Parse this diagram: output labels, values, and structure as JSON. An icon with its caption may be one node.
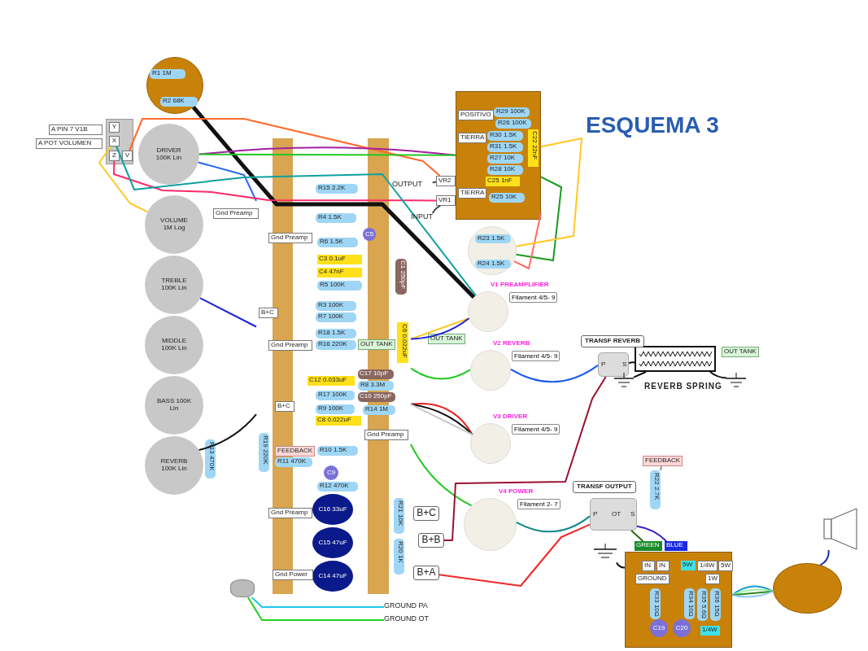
{
  "diagram": {
    "title": "ESQUEMA 3",
    "nodes": [
      {
        "text": [],
        "shape": "jack"
      },
      {
        "text": [
          "R1 1M"
        ],
        "in": 0
      },
      {
        "text": [
          "R2 68K"
        ],
        "in": 0
      },
      {
        "text": [],
        "shape": "box"
      },
      {
        "text": [
          "Y"
        ],
        "in": 3
      },
      {
        "text": [
          "X"
        ],
        "in": 3
      },
      {
        "text": [
          "Z"
        ],
        "in": 3
      },
      {
        "text": [
          "V"
        ],
        "in": 3
      },
      {
        "text": [
          "A PIN 7 V1B"
        ]
      },
      {
        "text": [
          "A POT VOLUMEN"
        ]
      },
      {
        "text": [
          "DRIVER 100K Lin"
        ]
      },
      {
        "text": [
          "VOLUME 1M Log"
        ]
      },
      {
        "text": [
          "TREBLE 100K Lin"
        ]
      },
      {
        "text": [
          "MIDDLE 100K Lin"
        ]
      },
      {
        "text": [
          "BASS 100K Lin"
        ]
      },
      {
        "text": [
          "REVERB 100K Lin"
        ]
      },
      {
        "text": [
          "Gnd Preamp"
        ]
      },
      {
        "text": [],
        "shape": "board"
      },
      {
        "text": [
          "R15 2.2K"
        ],
        "in": 17
      },
      {
        "text": [
          "R4 1.5K"
        ],
        "in": 17
      },
      {
        "text": [
          "C5"
        ],
        "in": 17
      },
      {
        "text": [
          "R6 1.5K"
        ],
        "in": 17
      },
      {
        "text": [
          "Gnd Preamp"
        ],
        "in": 17
      },
      {
        "text": [
          "C3 0.1uF"
        ],
        "in": 17
      },
      {
        "text": [
          "C4 47nF"
        ],
        "in": 17
      },
      {
        "text": [
          "R5 100K"
        ],
        "in": 17
      },
      {
        "text": [
          "C1 250pF"
        ],
        "in": 17
      },
      {
        "text": [
          "B+C"
        ],
        "in": 17
      },
      {
        "text": [
          "R3 100K"
        ],
        "in": 17
      },
      {
        "text": [
          "R7 100K"
        ],
        "in": 17
      },
      {
        "text": [
          "R18 1.5K"
        ],
        "in": 17
      },
      {
        "text": [
          "Gnd Preamp"
        ],
        "in": 17
      },
      {
        "text": [
          "R16 220K"
        ],
        "in": 17
      },
      {
        "text": [
          "OUT TANK"
        ],
        "in": 17
      },
      {
        "text": [
          "C6 0.022uF"
        ],
        "in": 17
      },
      {
        "text": [
          "C17 10pF"
        ],
        "in": 17
      },
      {
        "text": [
          "R8 3.3M"
        ],
        "in": 17
      },
      {
        "text": [
          "C12 0.033uF"
        ],
        "in": 17
      },
      {
        "text": [
          "C10 250pF"
        ],
        "in": 17
      },
      {
        "text": [
          "R17 100K"
        ],
        "in": 17
      },
      {
        "text": [
          "B+C"
        ],
        "in": 17
      },
      {
        "text": [
          "R9 100K"
        ],
        "in": 17
      },
      {
        "text": [
          "C8 0.022uF"
        ],
        "in": 17
      },
      {
        "text": [
          "R14 1M"
        ],
        "in": 17
      },
      {
        "text": [
          "Gnd Preamp"
        ],
        "in": 17
      },
      {
        "text": [
          "R19 220K"
        ],
        "in": 17
      },
      {
        "text": [
          "FEEDBACK"
        ],
        "in": 17
      },
      {
        "text": [
          "R11 470K"
        ],
        "in": 17
      },
      {
        "text": [
          "R10 1.5K"
        ],
        "in": 17
      },
      {
        "text": [
          "C9"
        ],
        "in": 17
      },
      {
        "text": [
          "R12 470K"
        ],
        "in": 17
      },
      {
        "text": [
          "Gnd Preamp"
        ],
        "in": 17
      },
      {
        "text": [
          "C16 33uF"
        ],
        "in": 17
      },
      {
        "text": [
          "C15 47uF"
        ],
        "in": 17
      },
      {
        "text": [
          "C14 47uF"
        ],
        "in": 17
      },
      {
        "text": [
          "Gnd Power"
        ],
        "in": 17
      },
      {
        "text": [
          "R21 10K"
        ],
        "in": 17
      },
      {
        "text": [
          "R20 1K"
        ],
        "in": 17
      },
      {
        "text": [
          "B+C"
        ]
      },
      {
        "text": [
          "B+B"
        ]
      },
      {
        "text": [
          "B+A"
        ]
      },
      {
        "text": [
          "R13 470K"
        ]
      },
      {
        "text": [],
        "shape": "board"
      },
      {
        "text": [
          "POSITIVO"
        ],
        "in": 62
      },
      {
        "text": [
          "R29 100K"
        ],
        "in": 62
      },
      {
        "text": [
          "R26 100K"
        ],
        "in": 62
      },
      {
        "text": [
          "TIERRA"
        ],
        "in": 62
      },
      {
        "text": [
          "R30 1.5K"
        ],
        "in": 62
      },
      {
        "text": [
          "R31 1.5K"
        ],
        "in": 62
      },
      {
        "text": [
          "C22 22nF"
        ],
        "in": 62
      },
      {
        "text": [
          "R27 10K"
        ],
        "in": 62
      },
      {
        "text": [
          "R28 10K"
        ],
        "in": 62
      },
      {
        "text": [
          "C25 1nF"
        ],
        "in": 62
      },
      {
        "text": [
          "TIERRA"
        ],
        "in": 62
      },
      {
        "text": [
          "R25 10K"
        ],
        "in": 62
      },
      {
        "text": [
          "VR2"
        ]
      },
      {
        "text": [
          "VR1"
        ]
      },
      {
        "text": [],
        "shape": "circle"
      },
      {
        "text": [
          "R23 1.5K"
        ],
        "in": 77
      },
      {
        "text": [
          "R24 1.5K"
        ],
        "in": 77
      },
      {
        "text": [],
        "shape": "circle",
        "beside": [
          "V1 PREAMPLIFIER",
          "Filament 4/5- 9"
        ]
      },
      {
        "text": [
          "OUT TANK"
        ]
      },
      {
        "text": [],
        "shape": "circle",
        "beside": [
          "V2 REVERB",
          "Filament 4/5- 9"
        ]
      },
      {
        "text": [],
        "shape": "circle",
        "beside": [
          "V3 DRIVER",
          "Filament 4/5- 9"
        ]
      },
      {
        "text": [],
        "shape": "circle",
        "beside": [
          "V4 POWER",
          "Filament 2- 7"
        ]
      },
      {
        "text": [
          "TRANSF REVERB",
          "P",
          "S"
        ]
      },
      {
        "text": [
          "REVERB SPRING"
        ]
      },
      {
        "text": [
          "OUT TANK"
        ]
      },
      {
        "text": [],
        "shape": "ground"
      },
      {
        "text": [],
        "shape": "ground"
      },
      {
        "text": [
          "TRANSF OUTPUT",
          "P",
          "OT",
          "S"
        ]
      },
      {
        "text": [
          "FEEDBACK"
        ]
      },
      {
        "text": [
          "R22 2.7K"
        ]
      },
      {
        "text": [],
        "shape": "board"
      },
      {
        "text": [
          "GREEN"
        ]
      },
      {
        "text": [
          "BLUE"
        ]
      },
      {
        "text": [
          "IN"
        ],
        "in": 93
      },
      {
        "text": [
          "IN"
        ],
        "in": 93
      },
      {
        "text": [
          "GROUND"
        ],
        "in": 93
      },
      {
        "text": [
          "5W"
        ],
        "in": 93
      },
      {
        "text": [
          "1/4W"
        ],
        "in": 93
      },
      {
        "text": [
          "1W"
        ],
        "in": 93
      },
      {
        "text": [
          "5W"
        ],
        "in": 93
      },
      {
        "text": [
          "R33 10Ω"
        ],
        "in": 93
      },
      {
        "text": [
          "R34 10Ω"
        ],
        "in": 93
      },
      {
        "text": [
          "R35 5.6Ω"
        ],
        "in": 93
      },
      {
        "text": [
          "R36 15Ω"
        ],
        "in": 93
      },
      {
        "text": [
          "C19"
        ],
        "in": 93
      },
      {
        "text": [
          "C20"
        ],
        "in": 93
      },
      {
        "text": [
          "1/4W"
        ],
        "in": 93
      },
      {
        "text": [],
        "shape": "ground"
      },
      {
        "text": [],
        "shape": "jack"
      },
      {
        "text": [],
        "shape": "speaker"
      },
      {
        "text": [],
        "shape": "lug"
      },
      {
        "text": [
          "GROUND PA"
        ]
      },
      {
        "text": [
          "GROUND OT"
        ]
      },
      {
        "text": [
          "OUTPUT"
        ]
      },
      {
        "text": [
          "INPUT"
        ]
      }
    ],
    "edges": [
      {
        "from": 116,
        "to": 75,
        "arrow": "none"
      },
      {
        "from": 117,
        "to": 76,
        "arrow": "none"
      },
      {
        "from": 113,
        "to": 114,
        "arrow": "none",
        "color": "#1ec8f0"
      },
      {
        "from": 113,
        "to": 115,
        "arrow": "none",
        "color": "#22d022"
      },
      {
        "from": 0,
        "to": 80,
        "arrow": "none",
        "style": "thick",
        "color": "#111111"
      },
      {
        "from": 7,
        "to": 75,
        "arrow": "none",
        "color": "#ff6a2a"
      },
      {
        "from": 10,
        "to": 62,
        "arrow": "none",
        "color": "#a020a0"
      },
      {
        "from": 10,
        "to": 62,
        "arrow": "none",
        "color": "#22c822"
      },
      {
        "from": 10,
        "to": 17,
        "arrow": "none",
        "color": "#2a6af0"
      },
      {
        "from": 6,
        "to": 76,
        "arrow": "none",
        "color": "#ff2a6a"
      },
      {
        "from": 5,
        "to": 80,
        "arrow": "none",
        "color": "#10a0a0"
      },
      {
        "from": 5,
        "to": 11,
        "arrow": "none",
        "color": "#ffc820"
      },
      {
        "from": 12,
        "to": 17,
        "arrow": "none",
        "color": "#2020e0"
      },
      {
        "from": 15,
        "to": 17,
        "arrow": "none",
        "color": "#111111"
      },
      {
        "from": 62,
        "to": 77,
        "arrow": "none",
        "color": "#1a9a1a"
      },
      {
        "from": 62,
        "to": 77,
        "arrow": "none",
        "color": "#ff6a6a"
      },
      {
        "from": 62,
        "to": 77,
        "arrow": "none",
        "color": "#ffc820"
      },
      {
        "from": 17,
        "to": 80,
        "arrow": "none",
        "color": "#ffc820"
      },
      {
        "from": 17,
        "to": 80,
        "arrow": "none",
        "color": "#2020e0"
      },
      {
        "from": 17,
        "to": 82,
        "arrow": "none",
        "color": "#22c822"
      },
      {
        "from": 17,
        "to": 83,
        "arrow": "none",
        "color": "#e82020"
      },
      {
        "from": 17,
        "to": 83,
        "arrow": "none",
        "color": "#111111"
      },
      {
        "from": 17,
        "to": 83,
        "arrow": "none",
        "color": "#c8c8c8"
      },
      {
        "from": 17,
        "to": 84,
        "arrow": "none",
        "color": "#22c822"
      },
      {
        "from": 82,
        "to": 85,
        "arrow": "none",
        "color": "#1a5af0"
      },
      {
        "from": 59,
        "to": 85,
        "arrow": "none",
        "color": "#9a1030"
      },
      {
        "from": 85,
        "to": 86,
        "arrow": "none",
        "color": "#111111"
      },
      {
        "from": 86,
        "to": 88,
        "arrow": "none",
        "color": "#111111"
      },
      {
        "from": 86,
        "to": 89,
        "arrow": "none",
        "color": "#111111"
      },
      {
        "from": 84,
        "to": 90,
        "arrow": "none",
        "color": "#108a8a"
      },
      {
        "from": 60,
        "to": 90,
        "arrow": "none",
        "color": "#f02828"
      },
      {
        "from": 90,
        "to": 95,
        "arrow": "none",
        "color": "#3a20c8"
      },
      {
        "from": 90,
        "to": 94,
        "arrow": "none",
        "color": "#2a6a10"
      },
      {
        "from": 92,
        "to": 91,
        "arrow": "none",
        "color": "#999999"
      },
      {
        "from": 110,
        "to": 93,
        "arrow": "none",
        "color": "#111111"
      },
      {
        "from": 93,
        "to": 111,
        "arrow": "none",
        "color": "#1a9ad0"
      },
      {
        "from": 93,
        "to": 111,
        "arrow": "none",
        "color": "#a0f0a0"
      },
      {
        "from": 93,
        "to": 111,
        "arrow": "none",
        "color": "#2a8a20"
      },
      {
        "from": 93,
        "to": 111,
        "arrow": "none",
        "color": "#8ac8f0"
      },
      {
        "from": 111,
        "to": 112,
        "arrow": "none",
        "color": "#1a30b0"
      }
    ]
  }
}
